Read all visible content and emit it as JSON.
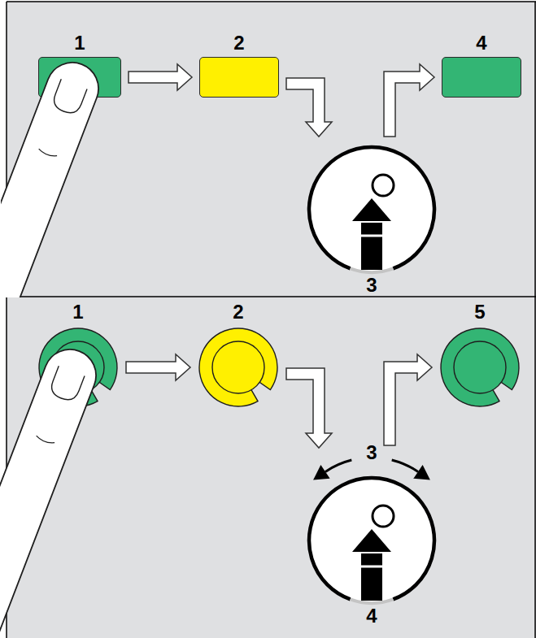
{
  "diagram": {
    "nodes": [
      {
        "text": [
          "1"
        ]
      },
      {
        "text": [
          "2"
        ]
      },
      {
        "text": [
          "3"
        ]
      },
      {
        "text": [
          "4"
        ]
      },
      {
        "text": [
          "1"
        ]
      },
      {
        "text": [
          "2"
        ]
      },
      {
        "text": [
          "3",
          "4"
        ]
      },
      {
        "text": [
          "5"
        ]
      }
    ],
    "edges": [
      {
        "from": 0,
        "to": 1,
        "arrow": "to"
      },
      {
        "from": 1,
        "to": 2,
        "arrow": "to"
      },
      {
        "from": 2,
        "to": 3,
        "arrow": "to"
      },
      {
        "from": 4,
        "to": 5,
        "arrow": "to"
      },
      {
        "from": 5,
        "to": 6,
        "arrow": "to"
      },
      {
        "from": 6,
        "to": 7,
        "arrow": "to"
      }
    ]
  }
}
